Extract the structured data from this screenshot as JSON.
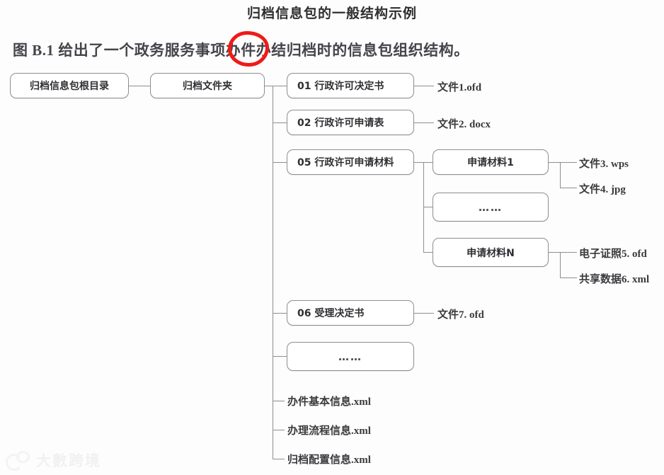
{
  "document": {
    "title": "归档信息包的一般结构示例",
    "paragraph_before": "图 B.1 给出了一个政务服务事项",
    "paragraph_highlight": "办件",
    "paragraph_after": "办结归档时的信息包组织结构。"
  },
  "annotation": {
    "type": "hand-drawn-red-circle",
    "target_text": "办件",
    "color": "#ee1b18"
  },
  "diagram": {
    "root": {
      "label": "归档信息包根目录"
    },
    "folder": {
      "label": "归档文件夹"
    },
    "children": [
      {
        "label": "01 行政许可决定书",
        "files": [
          "文件1.ofd"
        ]
      },
      {
        "label": "02 行政许可申请表",
        "files": [
          "文件2. docx"
        ]
      },
      {
        "label": "05 行政许可申请材料",
        "subnodes": [
          {
            "label": "申请材料1",
            "files": [
              "文件3. wps",
              "文件4. jpg"
            ]
          },
          {
            "label": "……",
            "files": []
          },
          {
            "label": "申请材料N",
            "files": [
              "电子证照5. ofd",
              "共享数据6. xml"
            ]
          }
        ]
      },
      {
        "label": "06 受理决定书",
        "files": [
          "文件7. ofd"
        ]
      },
      {
        "label": "……",
        "files": []
      }
    ],
    "leaf_files": [
      "办件基本信息.xml",
      "办理流程信息.xml",
      "归档配置信息.xml"
    ]
  },
  "watermark": {
    "text": "大數跨境"
  },
  "colors": {
    "page_background": "#fdfdfd",
    "node_border": "#8e8e92",
    "text": "#2f2f33",
    "annotation_red": "#ee1b18",
    "watermark": "#ececec"
  }
}
